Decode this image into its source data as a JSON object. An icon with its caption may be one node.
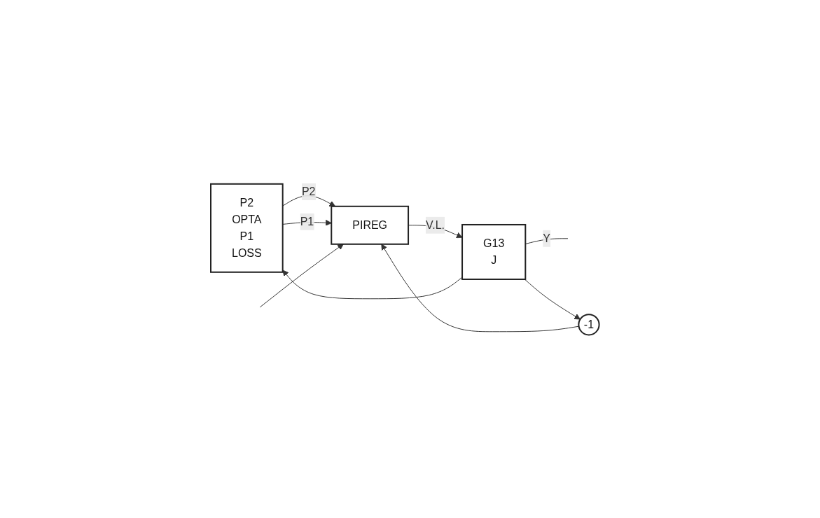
{
  "diagram": {
    "nodes": [
      {
        "text": [
          "P2",
          "OPTA",
          "P1",
          "LOSS"
        ]
      },
      {
        "text": [
          "PIREG"
        ]
      },
      {
        "text": [
          "G13",
          "J"
        ]
      },
      {
        "text": [
          "-1"
        ]
      }
    ],
    "edges": [
      {
        "from": 0,
        "to": 1,
        "arrow": "to",
        "label": "P2"
      },
      {
        "from": 0,
        "to": 1,
        "arrow": "to",
        "label": "P1"
      },
      {
        "from": null,
        "to": 1,
        "arrow": "to"
      },
      {
        "from": 1,
        "to": 2,
        "arrow": "to",
        "label": "V.L."
      },
      {
        "from": 2,
        "to": 0,
        "arrow": "to"
      },
      {
        "from": 2,
        "to": null,
        "arrow": "none",
        "label": "Y"
      },
      {
        "from": 2,
        "to": 3,
        "arrow": "to"
      },
      {
        "from": 3,
        "to": 1,
        "arrow": "to"
      }
    ]
  }
}
